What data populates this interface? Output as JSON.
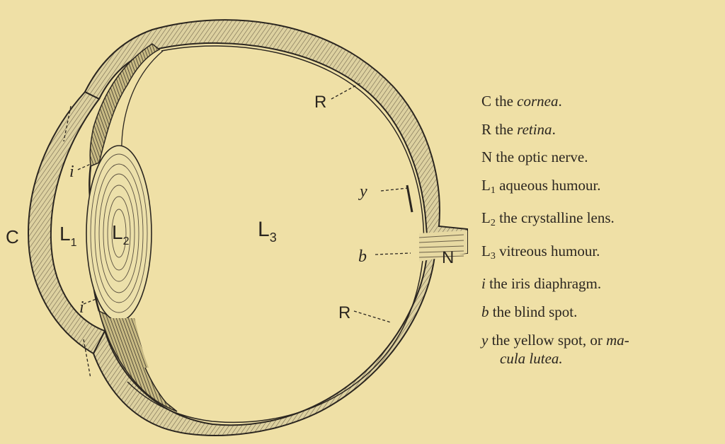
{
  "diagram": {
    "labels": {
      "C": "C",
      "L1_base": "L",
      "L1_sub": "1",
      "L2_base": "L",
      "L2_sub": "2",
      "L3_base": "L",
      "L3_sub": "3",
      "R_top": "R",
      "R_bottom": "R",
      "N": "N",
      "i_top": "i",
      "i_bottom": "i",
      "y": "y",
      "b": "b"
    },
    "colors": {
      "background": "#efe0a6",
      "ink": "#2b2620",
      "sclera_fill": "#ded2a0"
    }
  },
  "legend": {
    "items": [
      {
        "key": "C",
        "text": " the ",
        "emph": "cornea",
        "tail": "."
      },
      {
        "key": "R",
        "text": " the ",
        "emph": "retina",
        "tail": "."
      },
      {
        "key": "N",
        "text": " the optic nerve.",
        "emph": "",
        "tail": ""
      },
      {
        "key": "L",
        "sub": "1",
        "text": " aqueous humour."
      },
      {
        "key": "L",
        "sub": "2",
        "text": " the crystalline lens."
      },
      {
        "key": "L",
        "sub": "3",
        "text": " vitreous humour."
      },
      {
        "key": "i",
        "text": " the iris diaphragm."
      },
      {
        "key": "b",
        "text": " the blind spot."
      },
      {
        "key": "y",
        "text": " the yellow spot, or ",
        "emph": "ma-",
        "cont": "cula lutea."
      }
    ]
  }
}
